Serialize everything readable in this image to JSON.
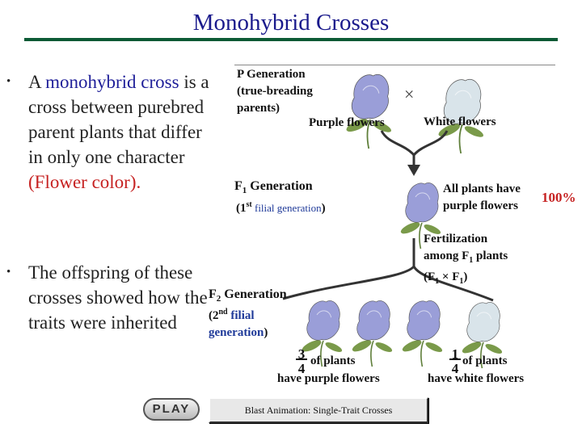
{
  "slide": {
    "title": "Monohybrid Crosses"
  },
  "bullets": {
    "b1_pre": "A ",
    "b1_term": "monohybrid cross",
    "b1_mid": " is a cross between purebred parent plants that differ in only one character ",
    "b1_paren": "(Flower color).",
    "b2": "The offspring of these crosses showed how the traits were inherited",
    "marker": "•"
  },
  "diagram": {
    "p_generation": [
      "P Generation",
      "(true-breading",
      "parents)"
    ],
    "purple_flowers": "Purple flowers",
    "cross_symbol": "×",
    "white_flowers": "White flowers",
    "f1_generation": "F",
    "f1_sub": "1",
    "f1_rest": " Generation",
    "f1_desc_a": "(1",
    "f1_desc_sup": "st",
    "f1_desc_b": " filial generation",
    "f1_desc_c": ")",
    "all_plants": [
      "All plants have",
      "purple flowers"
    ],
    "percent": "100%",
    "fertilization": [
      "Fertilization",
      "among F",
      "1",
      " plants",
      "(F",
      "1",
      " × F",
      "1",
      ")"
    ],
    "f2_generation": "F",
    "f2_sub": "2",
    "f2_rest": " Generation",
    "f2_desc_a": "(2",
    "f2_desc_sup": "nd",
    "f2_desc_b": " filial",
    "f2_desc_c": "generation",
    "f2_desc_d": ")",
    "frac_purple": {
      "num": "3",
      "den": "4",
      "label_a": "of plants",
      "label_b": "have purple flowers"
    },
    "frac_white": {
      "num": "1",
      "den": "4",
      "label_a": "of plants",
      "label_b": "have white flowers"
    }
  },
  "buttons": {
    "play": "PLAY",
    "blast": "Blast Animation: Single-Trait Crosses"
  },
  "colors": {
    "purple": "#9a9ed8",
    "white": "#d9e4ea",
    "stem": "#5f7f3a",
    "title": "#1a1a8c",
    "rule": "#0b5a35"
  },
  "icons": {
    "flower": "flower-icon",
    "arrow": "merge-arrow-icon"
  }
}
